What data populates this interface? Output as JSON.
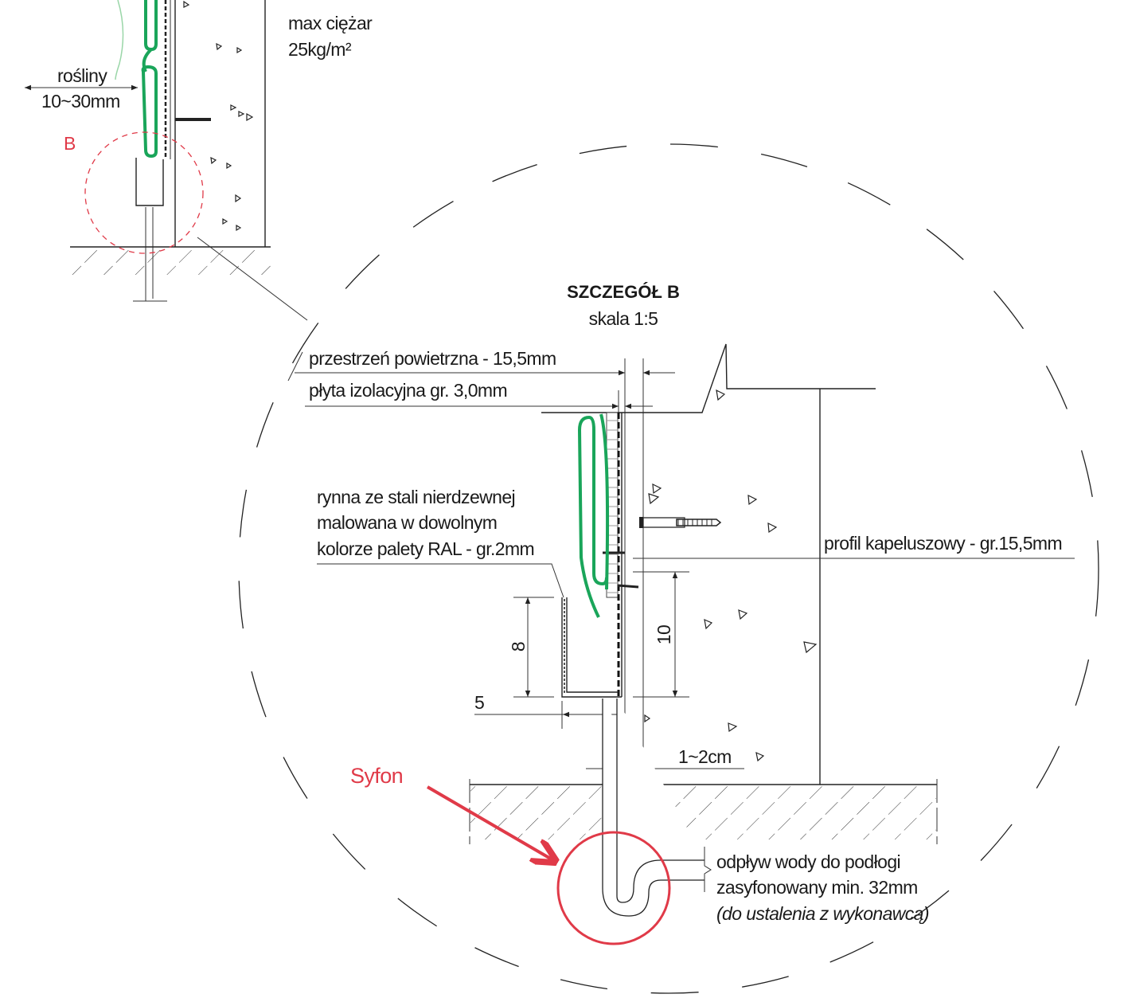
{
  "overview": {
    "load_label": "max ciężar",
    "load_value": "25kg/m²",
    "plants_label": "rośliny",
    "plants_range": "10~30mm",
    "detail_marker": "B"
  },
  "detail": {
    "title": "SZCZEGÓŁ B",
    "scale": "skala 1:5",
    "air_gap": "przestrzeń powietrzna - 15,5mm",
    "insulation": "płyta izolacyjna gr. 3,0mm",
    "gutter_lines": [
      "rynna ze stali nierdzewnej",
      "malowana w dowolnym",
      "kolorze palety RAL - gr.2mm"
    ],
    "hat_profile": "profil kapeluszowy - gr.15,5mm",
    "dim_gutter_height": "8",
    "dim_height": "10",
    "dim_width": "5",
    "dim_gap": "1~2cm",
    "siphon_label": "Syfon",
    "drain_lines": [
      "odpływ wody do podłogi",
      "zasyfonowany min. 32mm",
      "(do ustalenia z wykonawcą)"
    ]
  },
  "colors": {
    "plant": "#1aa55a",
    "marker": "#e03a48",
    "line": "#222222"
  }
}
